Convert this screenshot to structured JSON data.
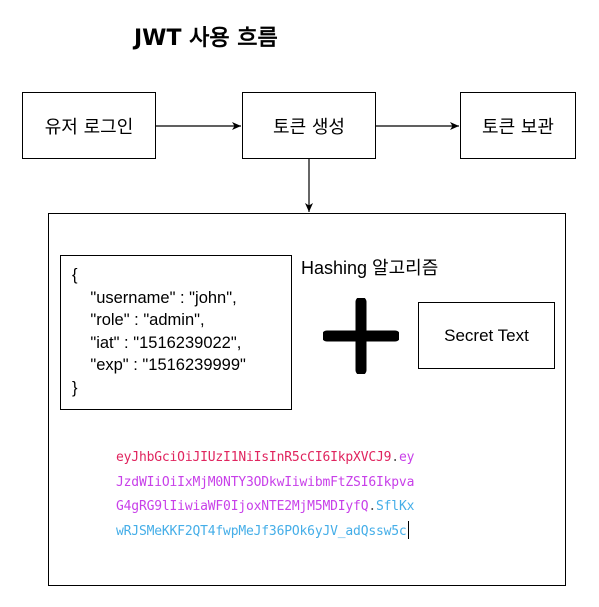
{
  "title": "JWT 사용 흐름",
  "flow": {
    "login": "유저 로그인",
    "generate": "토큰 생성",
    "store": "토큰 보관"
  },
  "payload": {
    "lines": [
      "{",
      "    \"username\" : \"john\",",
      "    \"role\" : \"admin\",",
      "    \"iat\" : \"1516239022\",",
      "    \"exp\" : \"1516239999\"",
      "}"
    ]
  },
  "hashing_label": "Hashing 알고리즘",
  "secret_label": "Secret Text",
  "token": {
    "lines": [
      [
        {
          "text": "eyJhbGciOiJIUzI1NiIsInR5cCI6IkpXVCJ9",
          "part": "header"
        },
        {
          "text": ".",
          "part": "dot"
        },
        {
          "text": "ey",
          "part": "payload"
        }
      ],
      [
        {
          "text": "JzdWIiOiIxMjM0NTY3ODkwIiwibmFtZSI6Ikpva",
          "part": "payload"
        }
      ],
      [
        {
          "text": "G4gRG9lIiwiaWF0IjoxNTE2MjM5MDIyfQ",
          "part": "payload"
        },
        {
          "text": ".",
          "part": "dot"
        },
        {
          "text": "SflKx",
          "part": "signature"
        }
      ],
      [
        {
          "text": "wRJSMeKKF2QT4fwpMeJf36POk6yJV_adQssw5c",
          "part": "signature"
        }
      ]
    ],
    "colors": {
      "header": "#e0245e",
      "dot": "#555555",
      "payload": "#c840e9",
      "signature": "#45aee8"
    }
  }
}
